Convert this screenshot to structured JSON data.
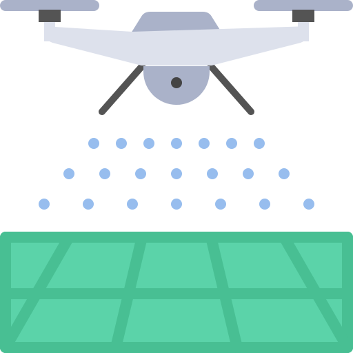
{
  "illustration": {
    "subject": "drone-spraying-field-icon",
    "colors": {
      "rotor_blade": "#aab2c9",
      "rotor_hub": "#545454",
      "drone_body": "#dde1ec",
      "drone_top": "#aab2c9",
      "camera_dome": "#aab2c9",
      "camera_lens": "#444444",
      "landing_legs": "#545454",
      "spray_droplets": "#97bdee",
      "field_fill": "#5bd3a9",
      "field_lines": "#48bf93"
    },
    "spray_rows": [
      {
        "droplets": 7
      },
      {
        "droplets": 7
      },
      {
        "droplets": 7
      }
    ]
  }
}
